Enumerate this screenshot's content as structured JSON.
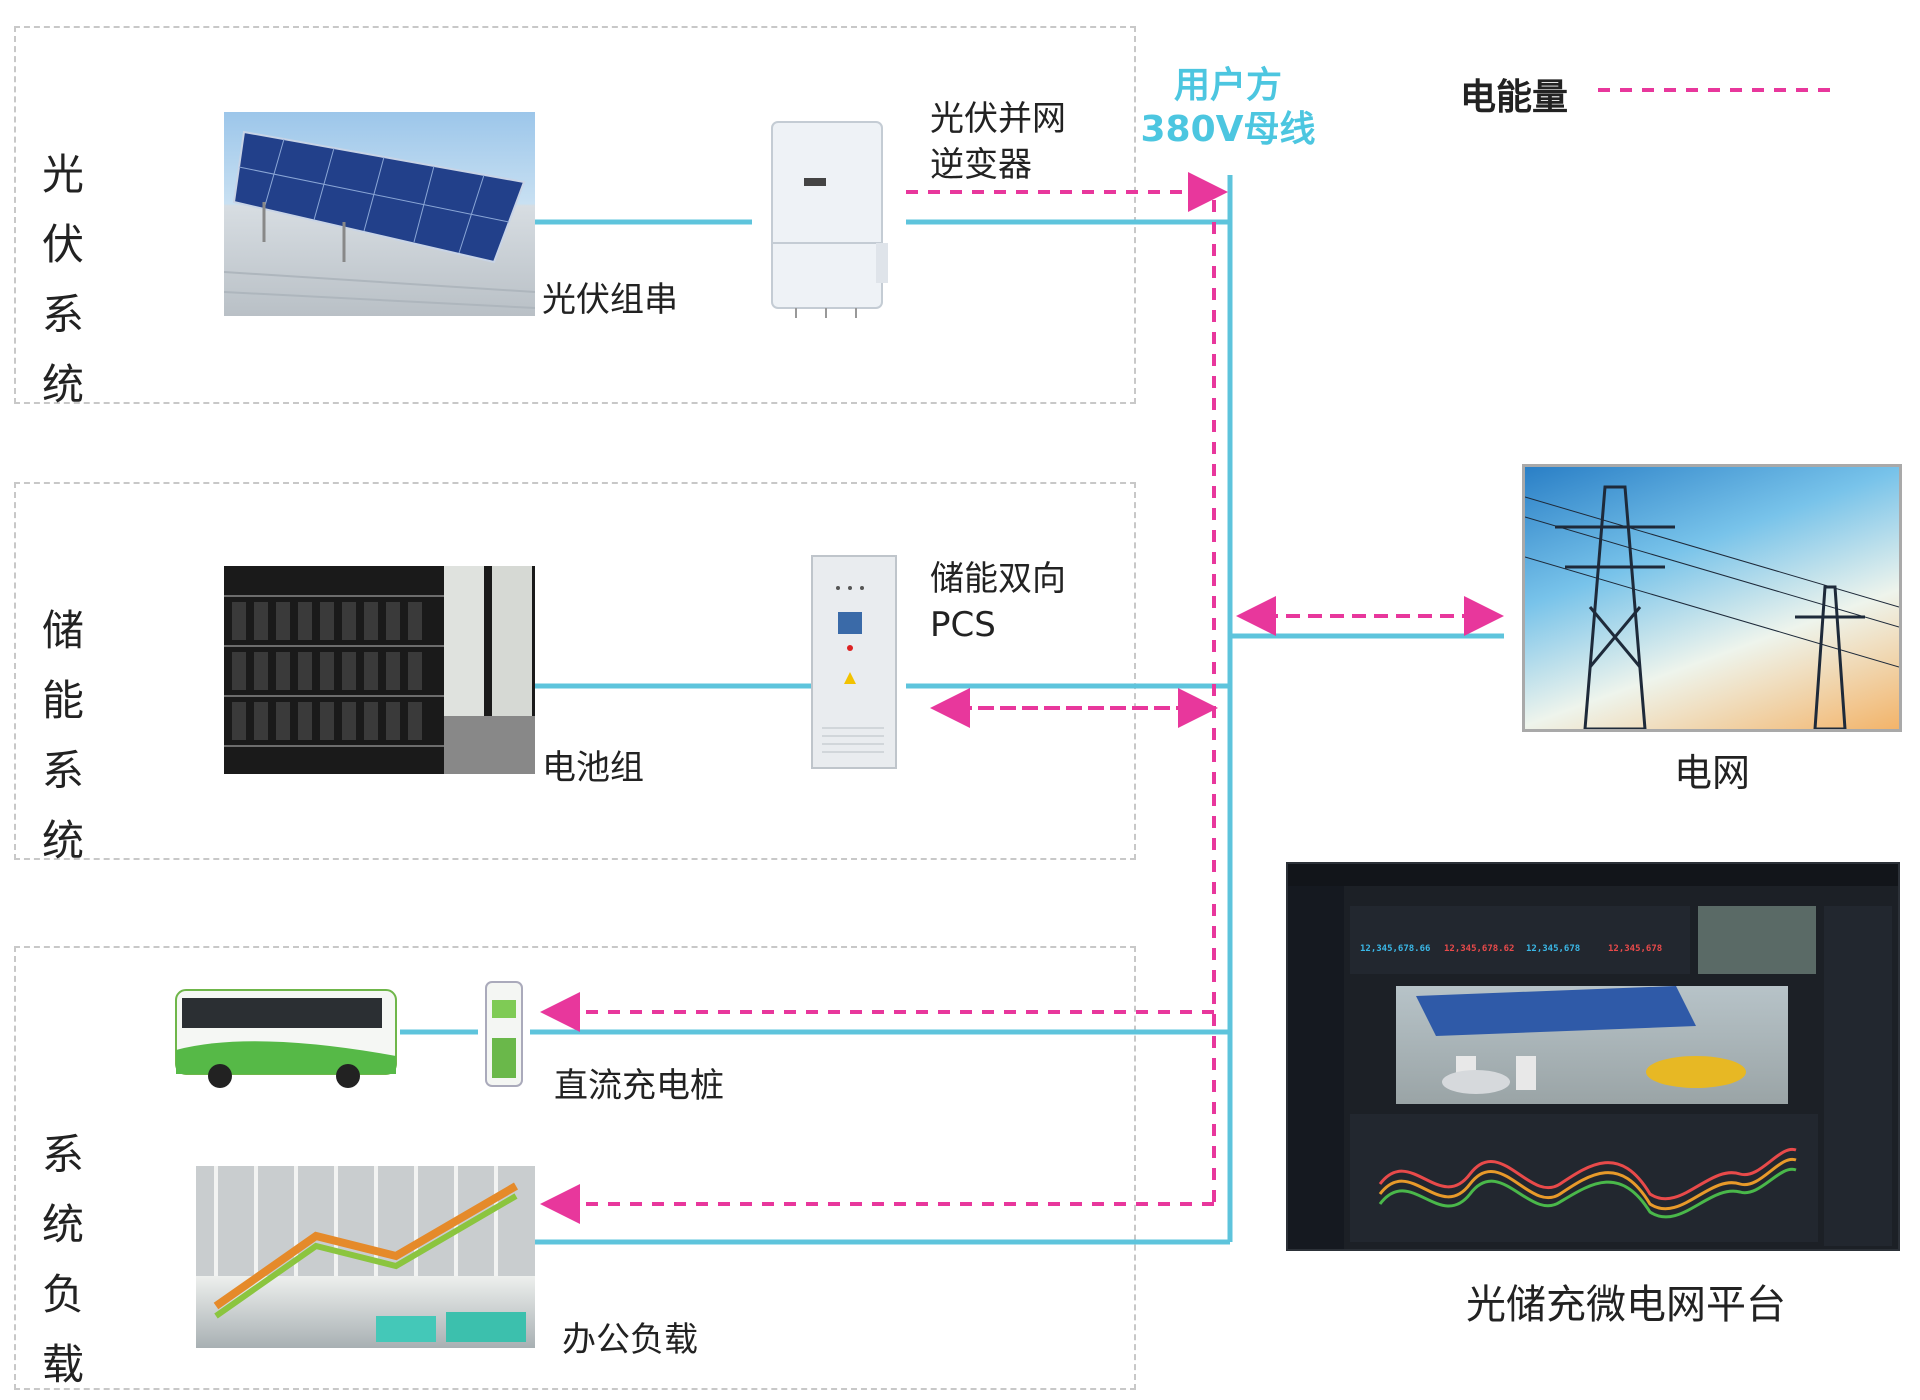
{
  "sections": {
    "pv": {
      "label": "光伏\n系统"
    },
    "storage": {
      "label": "储能\n系统"
    },
    "load": {
      "label": "系统\n负载"
    }
  },
  "labels": {
    "pv_string": "光伏组串",
    "pv_inverter": "光伏并网\n逆变器",
    "battery": "电池组",
    "pcs": "储能双向\nPCS",
    "dc_charger": "直流充电桩",
    "office_load": "办公负载",
    "bus": "用户方\n380V母线",
    "grid": "电网",
    "platform": "光储充微电网平台"
  },
  "legend": {
    "label": "电能量"
  },
  "dashboard": {
    "values": [
      "12,345,678.66",
      "12,345,678.62",
      "12,345,678",
      "12,345,678"
    ]
  },
  "colors": {
    "bus_line": "#5ec4dc",
    "energy_flow": "#e8379c",
    "bus_label": "#4cc6e0"
  }
}
